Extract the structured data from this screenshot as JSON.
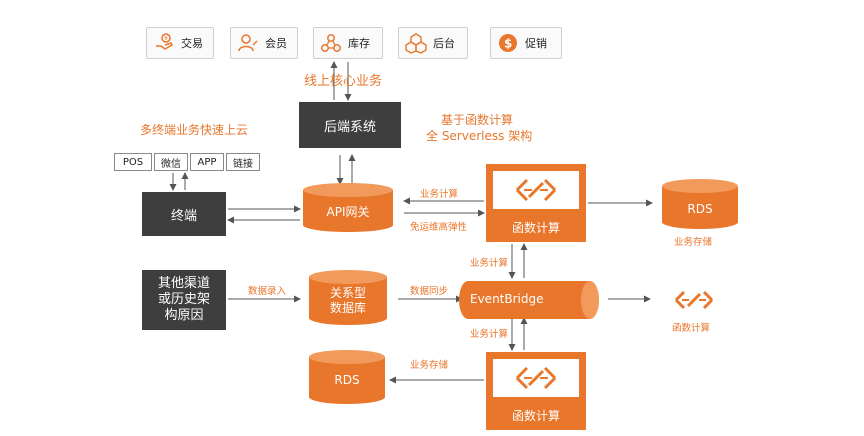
{
  "capabilities": [
    {
      "label": "交易",
      "icon": "transaction-icon"
    },
    {
      "label": "会员",
      "icon": "member-icon"
    },
    {
      "label": "库存",
      "icon": "inventory-icon"
    },
    {
      "label": "后台",
      "icon": "backend-icon"
    },
    {
      "label": "促销",
      "icon": "promotion-icon"
    }
  ],
  "online_core_label": "线上核心业务",
  "backend_system": "后端系统",
  "serverless_title_line1": "基于函数计算",
  "serverless_title_line2": "全 Serverless 架构",
  "multi_terminal_label": "多终端业务快速上云",
  "terminal_chips": [
    "POS",
    "微信",
    "APP",
    "链接"
  ],
  "terminal": "终端",
  "api_gateway": "API网关",
  "fc_label": "函数计算",
  "rds": "RDS",
  "business_storage": "业务存储",
  "business_compute": "业务计算",
  "ops_free": "免运维高弹性",
  "other_channels": [
    "其他渠道",
    "或历史架",
    "构原因"
  ],
  "data_entry": "数据录入",
  "relational_db": [
    "关系型",
    "数据库"
  ],
  "data_sync": "数据同步",
  "eventbridge": "EventBridge",
  "colors": {
    "orange": "#e8762b",
    "dark": "#3e3e3e",
    "arrow": "#555555"
  }
}
